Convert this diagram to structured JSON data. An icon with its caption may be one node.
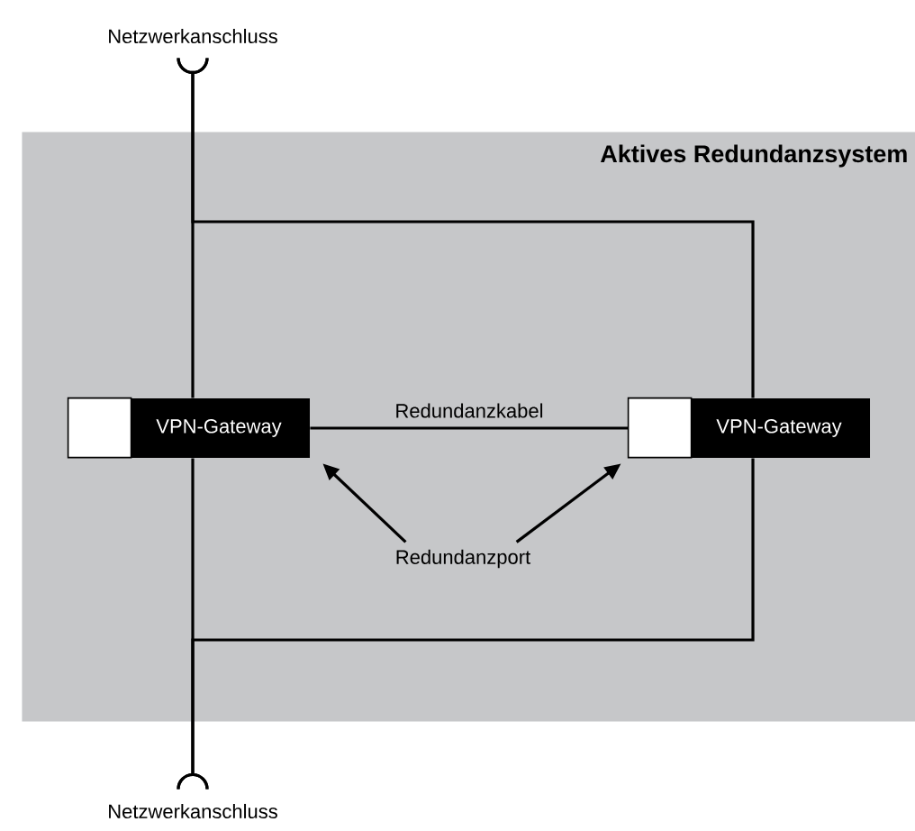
{
  "diagram": {
    "nodes": [
      {
        "text": [
          "Aktives Redundanzsystem"
        ]
      },
      {
        "text": [
          "VPN-Gateway"
        ],
        "in": 0
      },
      {
        "text": [
          "VPN-Gateway"
        ],
        "in": 0
      },
      {
        "text": [
          "Netzwerkanschluss"
        ]
      },
      {
        "text": [
          "Netzwerkanschluss"
        ]
      },
      {
        "text": [
          "Redundanzport"
        ],
        "in": 0
      }
    ],
    "edges": [
      {
        "from": 3,
        "to": 1,
        "arrow": "none"
      },
      {
        "from": 1,
        "to": 4,
        "arrow": "none"
      },
      {
        "from": 1,
        "to": 2,
        "arrow": "none",
        "label": "Redundanzkabel"
      },
      {
        "from": 3,
        "to": 2,
        "arrow": "none"
      },
      {
        "from": 2,
        "to": 4,
        "arrow": "none"
      },
      {
        "from": 5,
        "to": 1,
        "arrow": "to"
      },
      {
        "from": 5,
        "to": 2,
        "arrow": "to"
      }
    ]
  }
}
